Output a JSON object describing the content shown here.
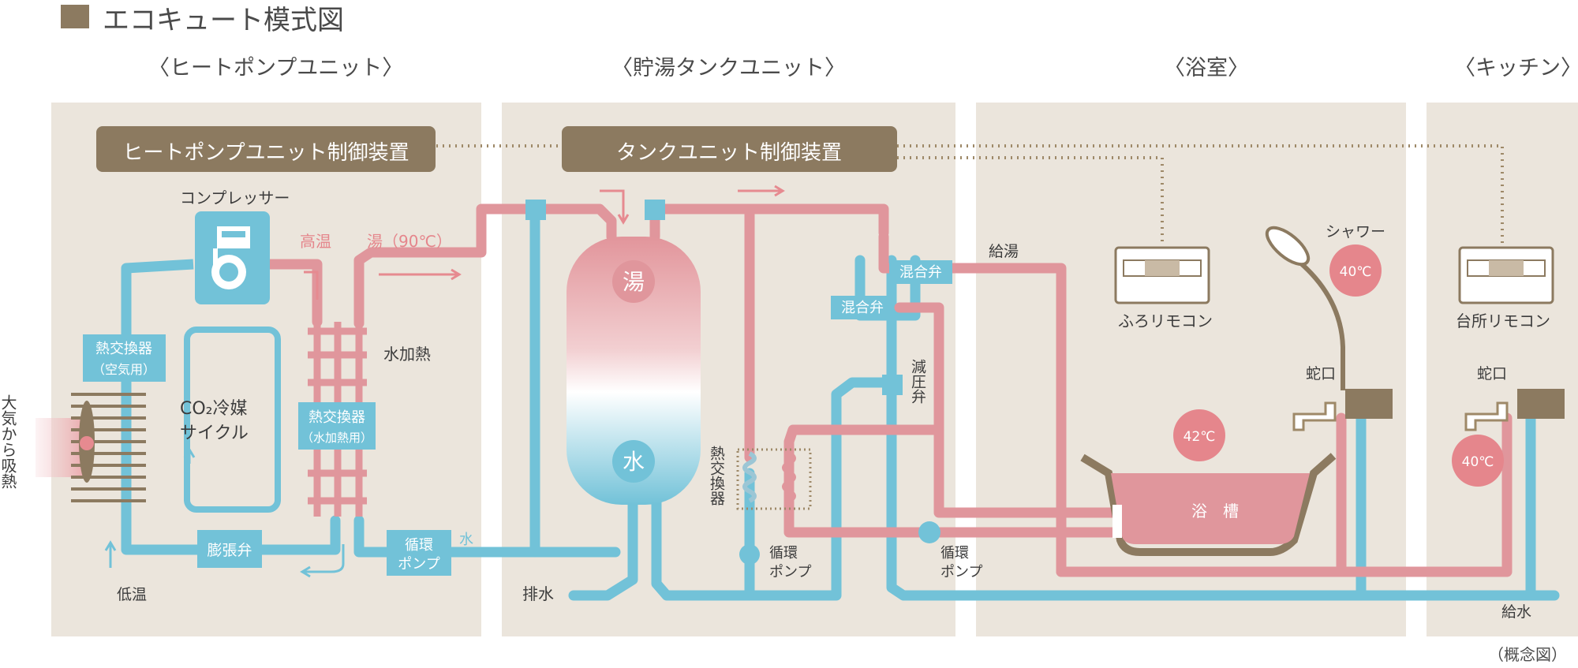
{
  "page_title": "エコキュート模式図",
  "note": "（概念図）",
  "sections": {
    "heatpump": "〈ヒートポンプユニット〉",
    "tank": "〈貯湯タンクユニット〉",
    "bath": "〈浴室〉",
    "kitchen": "〈キッチン〉"
  },
  "controls": {
    "heatpump_controller": "ヒートポンプユニット制御装置",
    "tank_controller": "タンクユニット制御装置"
  },
  "labels": {
    "compressor": "コンプレッサー",
    "high_temp": "高温",
    "hot_water_90": "湯（90℃）",
    "water_heating": "水加熱",
    "hx_air_line1": "熱交換器",
    "hx_air_line2": "（空気用）",
    "co2_line1": "CO₂冷媒",
    "co2_line2": "サイクル",
    "hx_water_line1": "熱交換器",
    "hx_water_line2": "（水加熱用）",
    "air_intake": "大気から吸熱",
    "expansion_valve": "膨張弁",
    "low_temp": "低温",
    "circ_pump_line1": "循環",
    "circ_pump_line2": "ポンプ",
    "water_small": "水",
    "tank_hot": "湯",
    "tank_water": "水",
    "drain": "排水",
    "tank_hx": "熱交換器",
    "pump": "循環ポンプ",
    "mixing_valve": "混合弁",
    "pressure_reducing_valve": "減圧弁",
    "supply_hot": "給湯",
    "bath_remote": "ふろリモコン",
    "kitchen_remote": "台所リモコン",
    "shower": "シャワー",
    "faucet": "蛇口",
    "temp_shower": "40℃",
    "temp_bath": "42℃",
    "temp_kitchen": "40℃",
    "bathtub": "浴　槽",
    "water_supply": "給水"
  },
  "colors": {
    "panel": "#ebe5dc",
    "brown": "#8c7a60",
    "hot_pipe": "#e0969c",
    "cold_pipe": "#72c2d8",
    "accent_pink": "#e5868c",
    "dotted": "#9e8968"
  },
  "icons": {
    "fan": "fan-icon",
    "compressor": "compressor-icon",
    "remote": "remote-control-icon",
    "shower": "shower-head-icon",
    "faucet": "faucet-icon"
  }
}
